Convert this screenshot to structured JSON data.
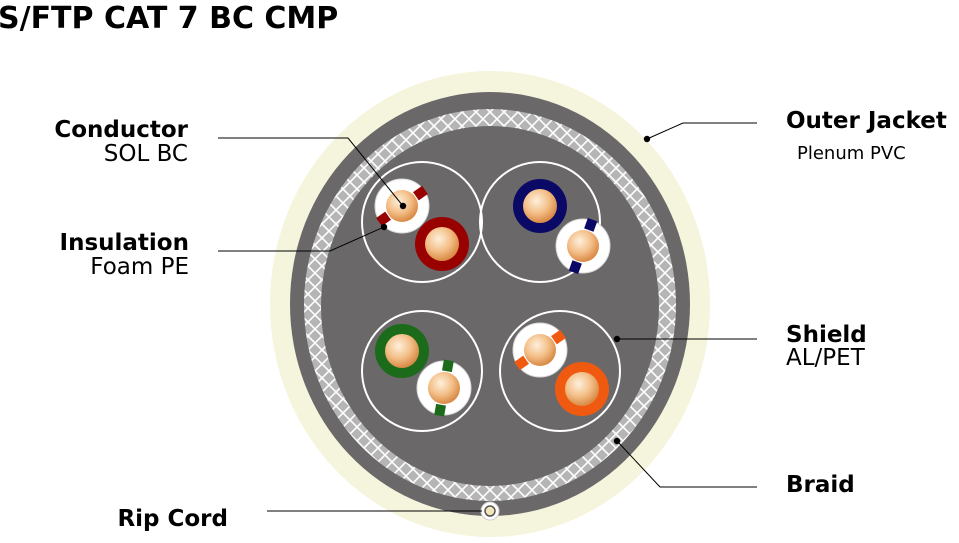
{
  "title": "S/FTP CAT 7 BC CMP",
  "labels": {
    "conductor": {
      "main": "Conductor",
      "sub": "SOL BC"
    },
    "insulation": {
      "main": "Insulation",
      "sub": "Foam PE"
    },
    "outer_jacket": {
      "main": "Outer Jacket",
      "sub": "Plenum PVC"
    },
    "shield": {
      "main": "Shield",
      "sub": "AL/PET"
    },
    "braid": {
      "main": "Braid"
    },
    "rip_cord": {
      "main": "Rip Cord"
    }
  },
  "colors": {
    "jacket_outer": "#f5f4dc",
    "cable_gray": "#6b6869",
    "braid_band": "#b8b8b8",
    "copper_light": "#fbe3c4",
    "copper_dark": "#e59a55",
    "pair_red": "#990000",
    "pair_blue": "#0a0a66",
    "pair_green": "#1b6b1b",
    "pair_orange": "#f05a10"
  },
  "pairs": [
    {
      "name": "red-pair",
      "color_key": "pair_red"
    },
    {
      "name": "blue-pair",
      "color_key": "pair_blue"
    },
    {
      "name": "green-pair",
      "color_key": "pair_green"
    },
    {
      "name": "orange-pair",
      "color_key": "pair_orange"
    }
  ]
}
